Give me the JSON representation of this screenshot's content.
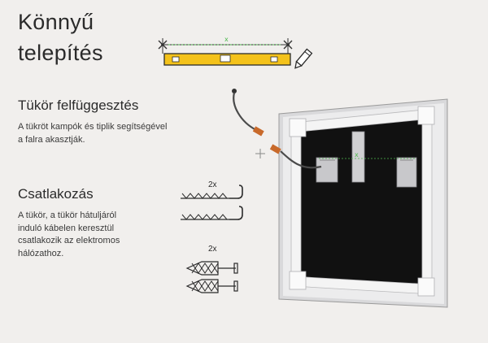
{
  "title": {
    "line1": "Könnyű",
    "line2": "telepítés"
  },
  "mount": {
    "heading": "Tükör felfüggesztés",
    "lines": [
      "A tükröt kampók és tiplik segítségével",
      "a falra akasztják."
    ]
  },
  "connect": {
    "heading": "Csatlakozás",
    "lines": [
      "A tükör, a tükör hátuljáról",
      "induló kábelen keresztül",
      "csatlakozik az elektromos",
      "hálózathoz."
    ]
  },
  "hooks_qty": "2x",
  "dowels_qty": "2x",
  "colors": {
    "background": "#f1efed",
    "level_yellow": "#f4c21a",
    "mirror_black": "#111111",
    "frame_white": "#e9e9ea",
    "cable_connector": "#c8692a"
  },
  "icons": [
    "spirit-level-icon",
    "pencil-icon",
    "mirror-back-illustration",
    "hook-icon",
    "dowel-icon",
    "crosshair-icon"
  ]
}
